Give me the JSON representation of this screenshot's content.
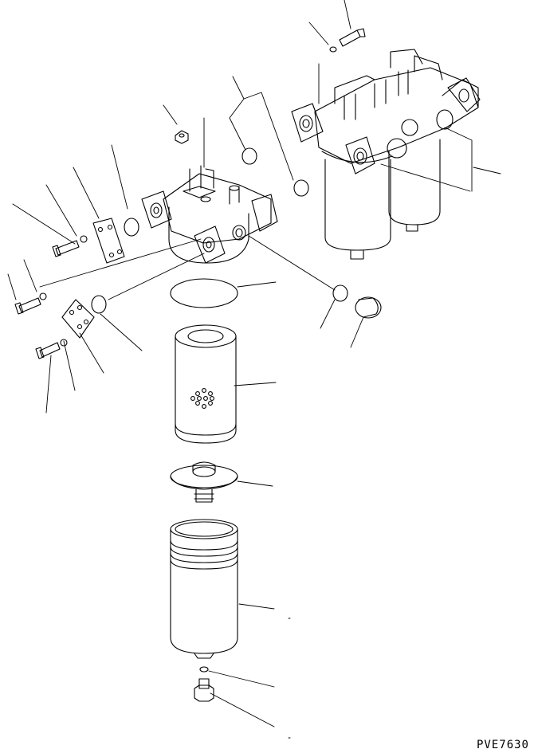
{
  "drawing_code": "PVE7630",
  "parts": [
    {
      "id": "mounting-bolt",
      "label": ""
    },
    {
      "id": "spring-washer",
      "label": ""
    },
    {
      "id": "cover-plate",
      "label": ""
    },
    {
      "id": "o-ring",
      "label": ""
    },
    {
      "id": "filter-head",
      "label": ""
    },
    {
      "id": "filter-element",
      "label": ""
    },
    {
      "id": "spring-seat",
      "label": ""
    },
    {
      "id": "filter-case",
      "label": ""
    },
    {
      "id": "drain-plug",
      "label": ""
    },
    {
      "id": "blind-plug",
      "label": ""
    },
    {
      "id": "dual-filter-assembly",
      "label": ""
    }
  ]
}
